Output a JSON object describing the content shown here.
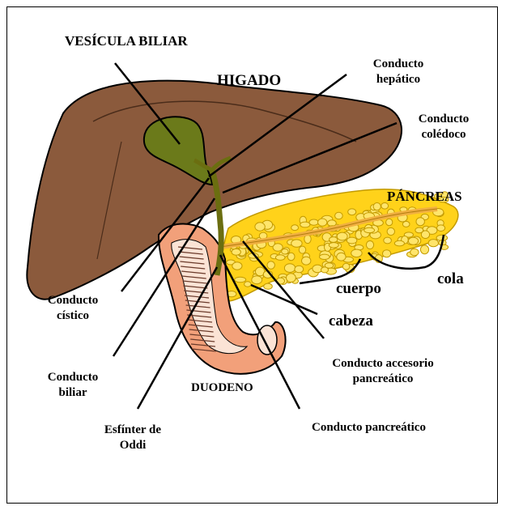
{
  "labels": {
    "vesicula": "VESÍCULA BILIAR",
    "higado": "HIGADO",
    "hepatico": [
      "Conducto",
      "hepático"
    ],
    "coledoco": [
      "Conducto",
      "colédoco"
    ],
    "pancreas": "PÁNCREAS",
    "cola": "cola",
    "cuerpo": "cuerpo",
    "cabeza": "cabeza",
    "cistico": [
      "Conducto",
      "cístico"
    ],
    "biliar": [
      "Conducto",
      "biliar"
    ],
    "duodeno": "DUODENO",
    "accesorio": [
      "Conducto accesorio",
      "pancreático"
    ],
    "esfinter": [
      "Esfínter de",
      "Oddi"
    ],
    "pancreatico": "Conducto pancreático"
  },
  "colors": {
    "liver": "#8b5a3c",
    "gallbladder": "#6b7a1a",
    "pancreas": "#ffd21a",
    "pancreas_lobule": "#ffe56b",
    "duodenum": "#f2a07a",
    "duct": "#6b6e10",
    "pancreatic_duct": "#f0b040"
  }
}
